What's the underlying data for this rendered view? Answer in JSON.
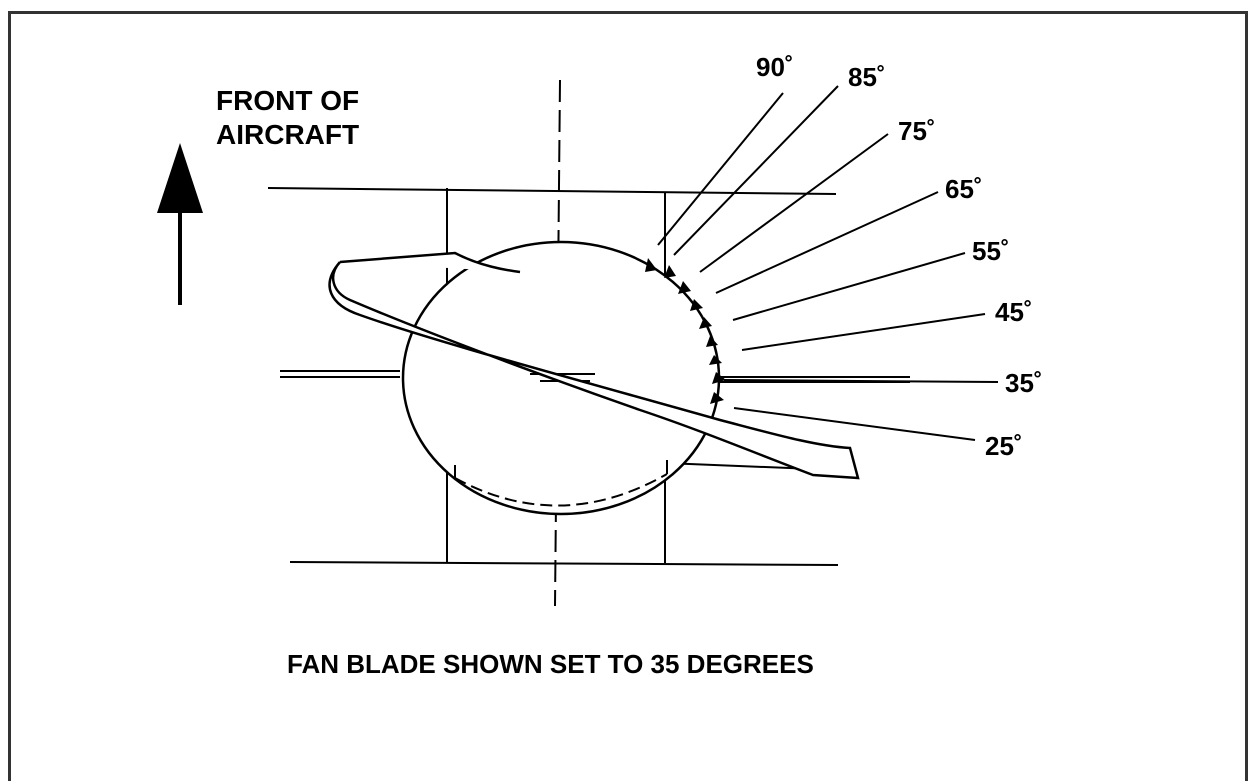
{
  "front_label": {
    "line1": "FRONT OF",
    "line2": "AIRCRAFT"
  },
  "caption": "FAN BLADE SHOWN SET TO 35 DEGREES",
  "angle_labels": [
    "90˚",
    "85˚",
    "75˚",
    "65˚",
    "55˚",
    "45˚",
    "35˚",
    "25˚"
  ],
  "set_angle_degrees": 35,
  "colors": {
    "ink": "#000000",
    "frame": "#333333",
    "background": "#ffffff"
  }
}
